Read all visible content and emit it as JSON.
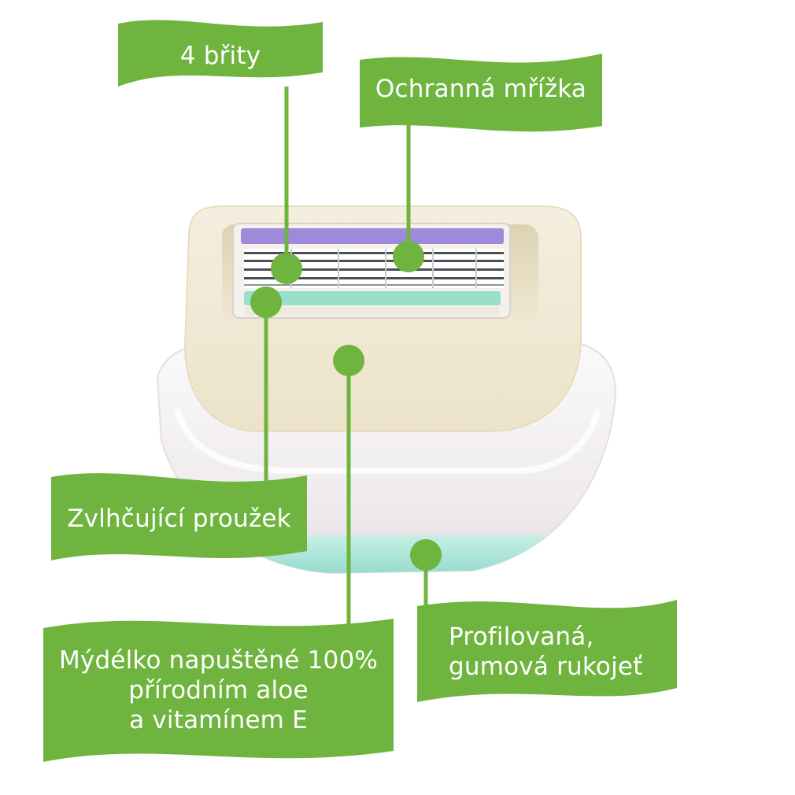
{
  "colors": {
    "accent_green": "#6fb43f",
    "dot_green": "#6fb43f",
    "handle_top": "#f8f5f5",
    "handle_bottom": "#e8e4e6",
    "handle_teal": "#8fd8c8",
    "head_cream": "#f2ead6",
    "head_cream_dark": "#e8dcc0",
    "lubrastrip_purple": "#9f8ad9",
    "moisture_teal": "#98e0cc"
  },
  "labels": {
    "blades": "4 břity",
    "guard": "Ochranná mřížka",
    "moisture_strip": "Zvlhčující proužek",
    "soap_line1": "Mýdélko napuštěné 100%",
    "soap_line2": "přírodním aloe",
    "soap_line3": "a vitamínem E",
    "handle_line1": "Profilovaná,",
    "handle_line2": "gumová rukojeť"
  }
}
